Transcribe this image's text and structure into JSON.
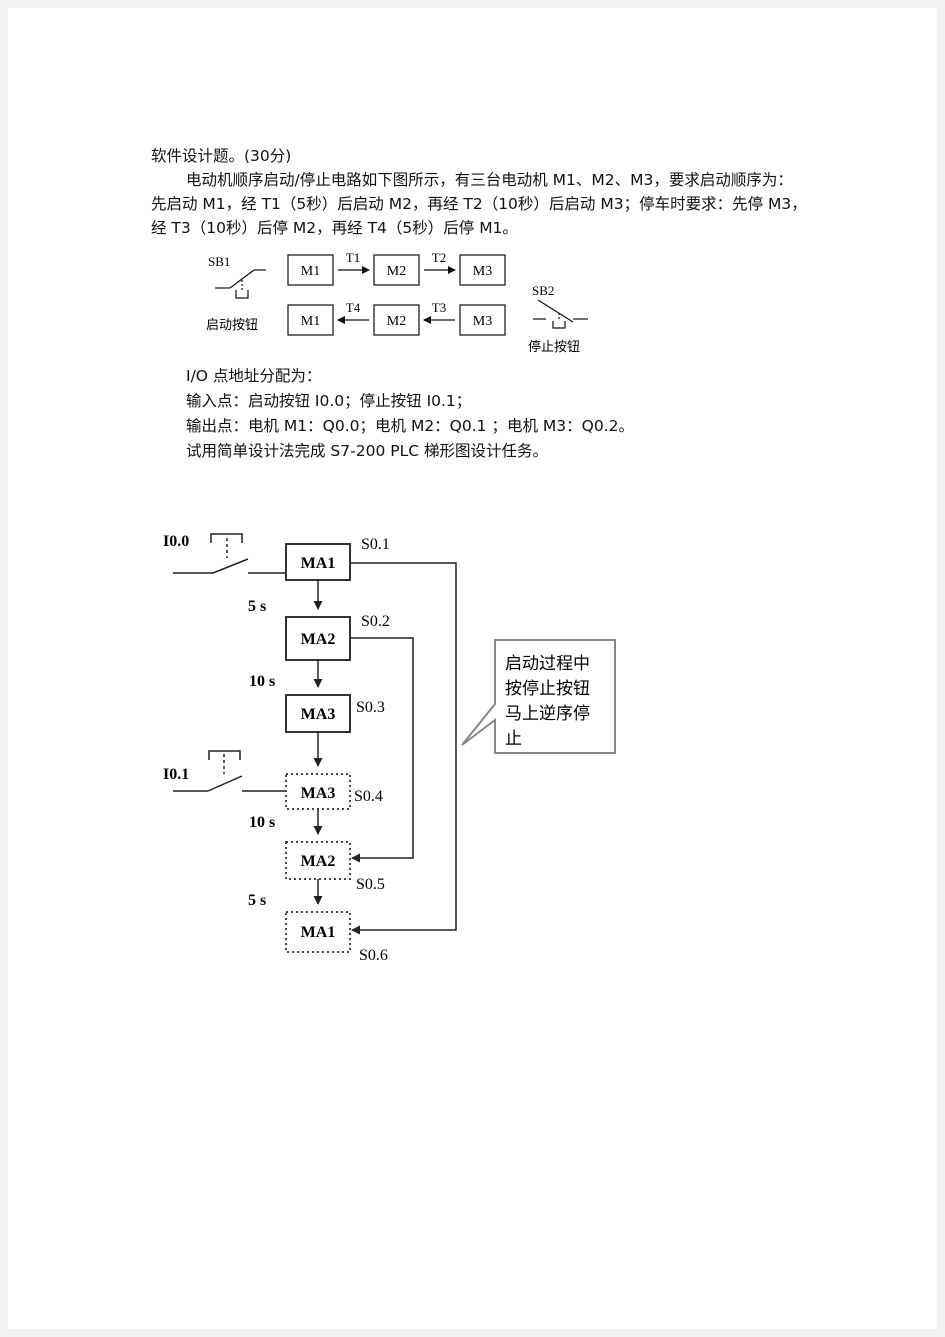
{
  "problem": {
    "heading": "软件设计题。(30分)",
    "line1": "电动机顺序启动/停止电路如下图所示，有三台电动机 M1、M2、M3，要求启动顺序为：",
    "line2": "先启动 M1，经 T1（5秒）后启动 M2，再经 T2（10秒）后启动 M3；停车时要求：先停 M3，",
    "line3": "经 T3（10秒）后停 M2，再经 T4（5秒）后停 M1。"
  },
  "fig1": {
    "sb1": "SB1",
    "sb2": "SB2",
    "start_caption": "启动按钮",
    "stop_caption": "停止按钮",
    "m1": "M1",
    "m2": "M2",
    "m3": "M3",
    "t1": "T1",
    "t2": "T2",
    "t3": "T3",
    "t4": "T4"
  },
  "io": {
    "title": "I/O 点地址分配为：",
    "inputs": "输入点：启动按钮 I0.0；停止按钮 I0.1；",
    "outputs": "输出点：电机 M1：Q0.0；电机 M2：Q0.1 ；电机 M3：Q0.2。",
    "task": "试用简单设计法完成 S7-200 PLC 梯形图设计任务。"
  },
  "fig2": {
    "i00": "I0.0",
    "i01": "I0.1",
    "ma1": "MA1",
    "ma2": "MA2",
    "ma3": "MA3",
    "ma3b": "MA3",
    "ma2b": "MA2",
    "ma1b": "MA1",
    "s01": "S0.1",
    "s02": "S0.2",
    "s03": "S0.3",
    "s04": "S0.4",
    "s05": "S0.5",
    "s06": "S0.6",
    "d5s_a": "5 s",
    "d10s_a": "10 s",
    "d10s_b": "10 s",
    "d5s_b": "5 s",
    "callout_1": "启动过程中",
    "callout_2": "按停止按钮",
    "callout_3": "马上逆序停",
    "callout_4": "止"
  }
}
